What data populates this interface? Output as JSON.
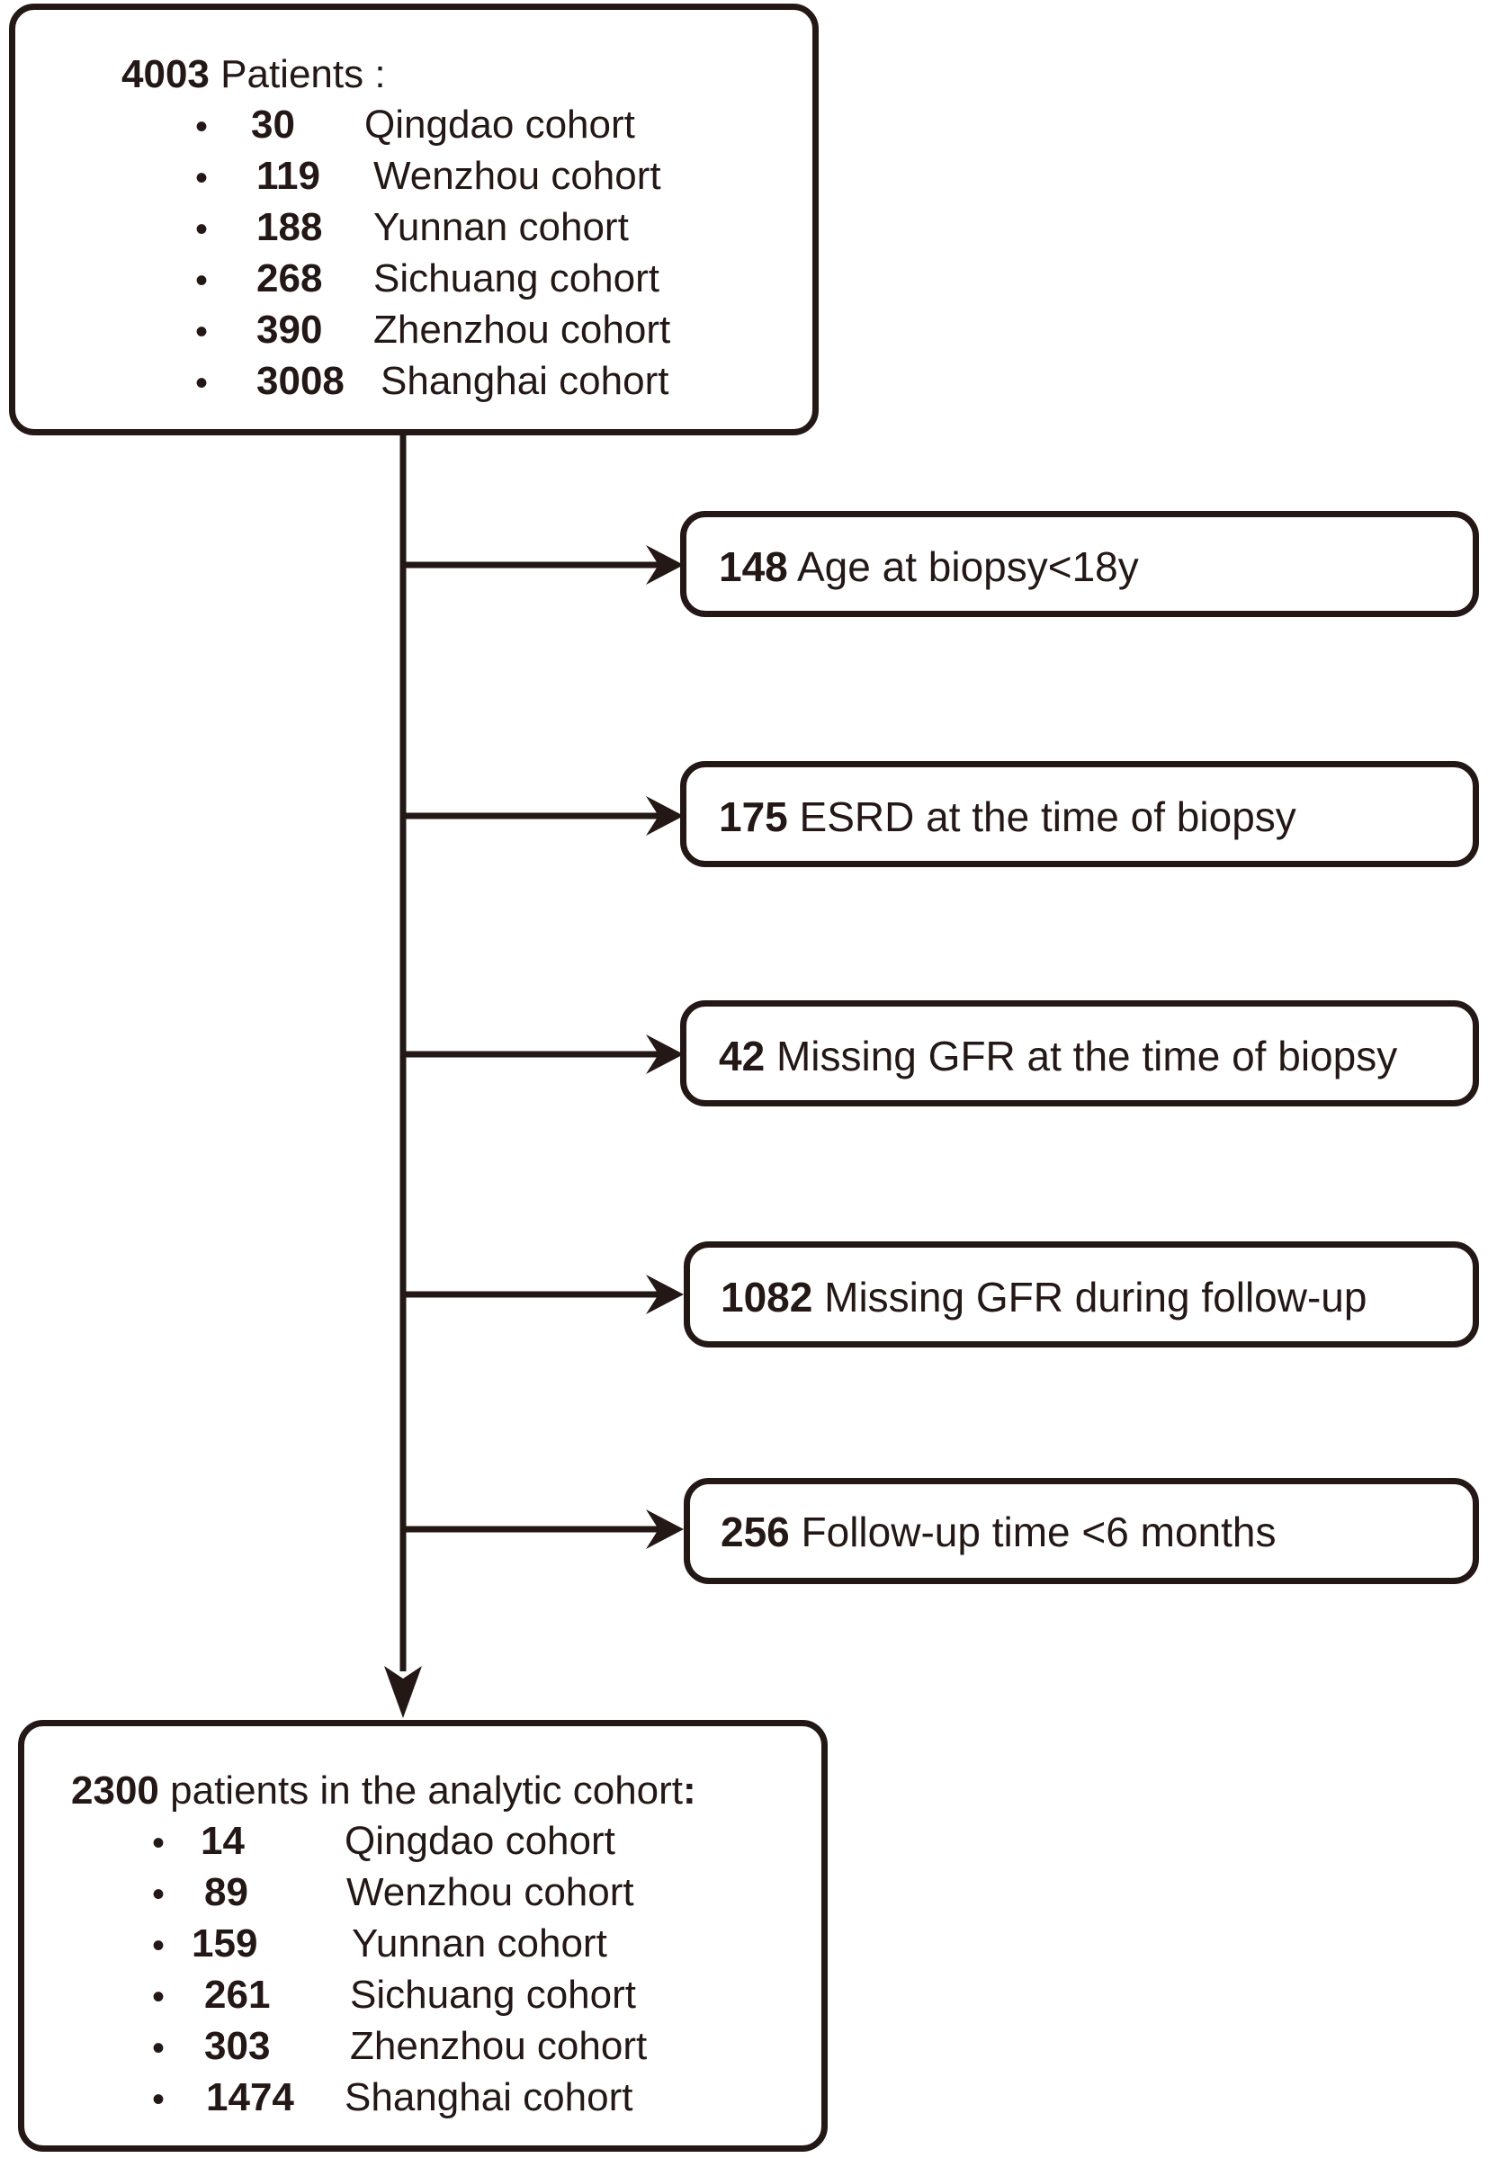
{
  "initial": {
    "count": "4003",
    "label": "Patients :",
    "cohorts": [
      {
        "count": "30",
        "name": "Qingdao cohort"
      },
      {
        "count": "119",
        "name": "Wenzhou cohort"
      },
      {
        "count": "188",
        "name": "Yunnan cohort"
      },
      {
        "count": "268",
        "name": "Sichuang cohort"
      },
      {
        "count": "390",
        "name": "Zhenzhou cohort"
      },
      {
        "count": "3008",
        "name": "Shanghai cohort"
      }
    ]
  },
  "exclusions": [
    {
      "count": "148",
      "label": "Age at biopsy<18y"
    },
    {
      "count": "175",
      "label": "ESRD at the time of biopsy"
    },
    {
      "count": "42",
      "label": "Missing GFR at the time of biopsy"
    },
    {
      "count": "1082",
      "label": "Missing GFR during follow-up"
    },
    {
      "count": "256",
      "label": "Follow-up time <6 months"
    }
  ],
  "final": {
    "count": "2300",
    "label": "patients in the analytic cohort",
    "colon": ":",
    "cohorts": [
      {
        "count": "14",
        "name": "Qingdao cohort"
      },
      {
        "count": "89",
        "name": "Wenzhou cohort"
      },
      {
        "count": "159",
        "name": "Yunnan cohort"
      },
      {
        "count": "261",
        "name": "Sichuang cohort"
      },
      {
        "count": "303",
        "name": "Zhenzhou cohort"
      },
      {
        "count": "1474",
        "name": "Shanghai cohort"
      }
    ]
  },
  "colors": {
    "line": "#231815",
    "background": "#ffffff"
  }
}
